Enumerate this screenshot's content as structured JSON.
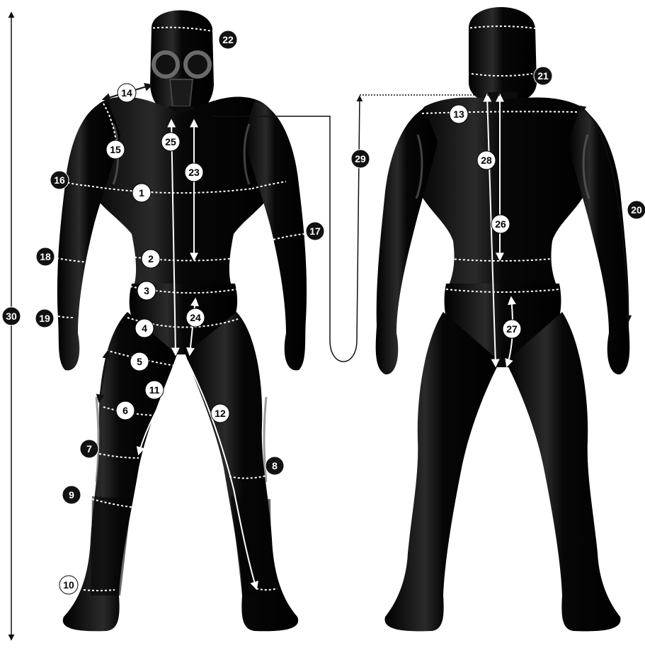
{
  "diagram": {
    "views": [
      {
        "view": "front"
      },
      {
        "view": "back"
      }
    ],
    "colors": {
      "suit": "#0b0b0b",
      "suit_highlight": "#5a5a5a",
      "badge_white": "#ffffff",
      "badge_black": "#111111",
      "measure_line": "#ffffff",
      "outer_line": "#111111"
    },
    "measurements": [
      {
        "num": "1",
        "style": "white"
      },
      {
        "num": "2",
        "style": "white"
      },
      {
        "num": "3",
        "style": "white"
      },
      {
        "num": "4",
        "style": "white"
      },
      {
        "num": "5",
        "style": "white"
      },
      {
        "num": "6",
        "style": "white"
      },
      {
        "num": "7",
        "style": "black"
      },
      {
        "num": "8",
        "style": "black"
      },
      {
        "num": "9",
        "style": "black"
      },
      {
        "num": "10",
        "style": "white"
      },
      {
        "num": "11",
        "style": "white"
      },
      {
        "num": "12",
        "style": "white"
      },
      {
        "num": "13",
        "style": "white"
      },
      {
        "num": "14",
        "style": "white"
      },
      {
        "num": "15",
        "style": "white"
      },
      {
        "num": "16",
        "style": "black"
      },
      {
        "num": "17",
        "style": "black"
      },
      {
        "num": "18",
        "style": "black"
      },
      {
        "num": "19",
        "style": "black"
      },
      {
        "num": "20",
        "style": "black"
      },
      {
        "num": "21",
        "style": "black"
      },
      {
        "num": "22",
        "style": "black"
      },
      {
        "num": "23",
        "style": "white"
      },
      {
        "num": "24",
        "style": "white"
      },
      {
        "num": "25",
        "style": "white"
      },
      {
        "num": "26",
        "style": "white"
      },
      {
        "num": "27",
        "style": "white"
      },
      {
        "num": "28",
        "style": "white"
      },
      {
        "num": "29",
        "style": "black"
      },
      {
        "num": "30",
        "style": "black"
      }
    ]
  }
}
